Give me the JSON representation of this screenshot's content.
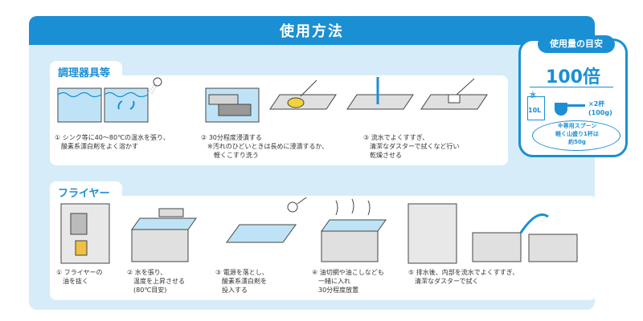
{
  "header": {
    "title": "使用方法"
  },
  "usage": {
    "heading": "使用量の目安",
    "ratio": "100倍",
    "water_label": "水",
    "water_amount": "10L",
    "cups": "×2杯\n(100g)",
    "note": "※専用スプーン\n軽く山盛り1杯は\n約50g"
  },
  "utensils": {
    "title": "調理器具等",
    "steps": [
      "① シンク等に40～80℃の温水を張り、\n　酸素系漂白剤をよく溶かす",
      "② 30分程度浸漬する\n　※汚れのひどいときは長めに浸漬するか、\n　　軽くこすり洗う",
      "③ 流水でよくすすぎ、\n　清潔なダスターで拭くなど行い\n　乾燥させる"
    ]
  },
  "fryer": {
    "title": "フライヤー",
    "steps": [
      "① フライヤーの\n　油を抜く",
      "② 水を張り、\n　温度を上昇させる\n　(80℃目安)",
      "③ 電源を落とし、\n　酸素系漂白剤を\n　投入する",
      "④ 油切網や油こしなども\n　一緒に入れ\n　30分程度放置",
      "⑤ 排水後、内部を流水でよくすすぎ、\n　清潔なダスターで拭く"
    ]
  },
  "colors": {
    "accent": "#1a8fd3",
    "panel": "#d6ecf8",
    "water": "#bfe3f6"
  }
}
